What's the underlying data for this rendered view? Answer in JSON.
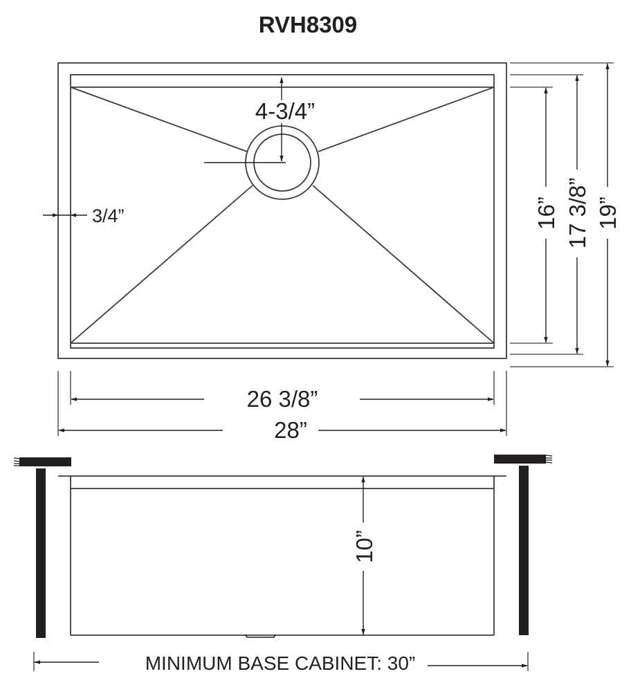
{
  "diagram": {
    "title": "RVH8309",
    "type": "undermount sink dimension drawing",
    "colors": {
      "line": "#3a3a3a",
      "text": "#231f20",
      "background": "#ffffff",
      "counter": "#231f20"
    },
    "top_view": {
      "drain_offset_label": "4-3/4”",
      "rim_width_label": "3/4”",
      "inner_width_label": "26 3/8”",
      "outer_width_label": "28”",
      "inner_depth_label": "16”",
      "mid_depth_label": "17 3/8”",
      "outer_depth_label": "19”"
    },
    "side_view": {
      "bowl_depth_label": "10”",
      "cabinet_label": "MINIMUM BASE CABINET: 30”"
    }
  }
}
